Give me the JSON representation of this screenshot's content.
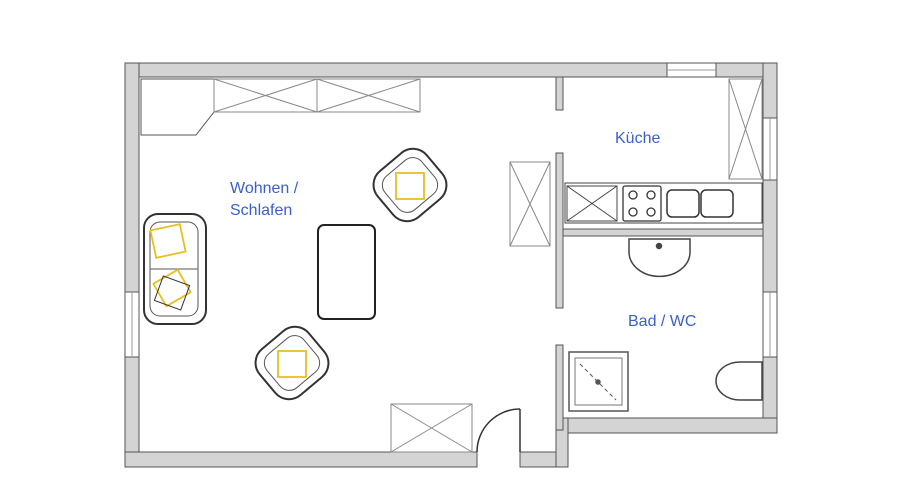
{
  "rooms": {
    "living": {
      "line1": "Wohnen /",
      "line2": "Schlafen"
    },
    "kitchen": {
      "label": "Küche"
    },
    "bath": {
      "label": "Bad / WC"
    }
  },
  "colors": {
    "wall_fill": "#d4d4d4",
    "wall_stroke": "#555555",
    "label": "#3a5fc8",
    "cushion": "#e8c020",
    "furniture": "#333333",
    "cabinet": "#888888"
  }
}
